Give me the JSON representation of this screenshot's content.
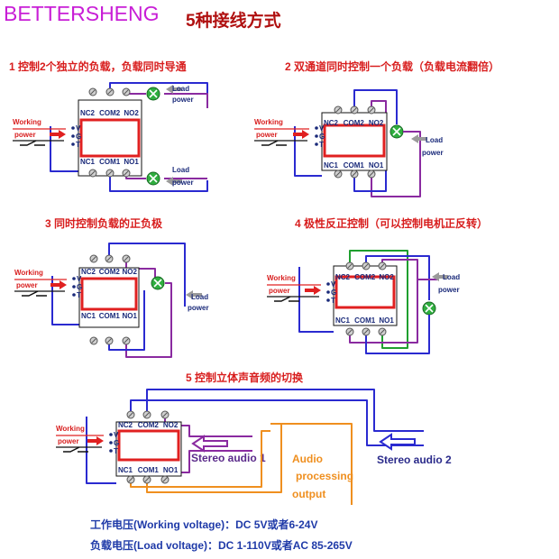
{
  "watermark": "BETTERSHENG",
  "main_title": "5种接线方式",
  "colors": {
    "relay_red": "#e02020",
    "wire_blue": "#2a2ad0",
    "wire_purple": "#8a2aa0",
    "wire_green": "#1f9f2f",
    "wire_orange": "#ef8f1f",
    "lamp_green": "#2fae3f",
    "title_red": "#d81e1e",
    "label_navy": "#1a2a7a",
    "spec_blue": "#1f3aa8"
  },
  "labels": {
    "nc2": "NC2",
    "com2": "COM2",
    "no2": "NO2",
    "nc1": "NC1",
    "com1": "COM1",
    "no1": "NO1",
    "v": "V",
    "g": "G",
    "t": "T",
    "working": "Working",
    "power": "power",
    "load": "Load",
    "load_power": "power"
  },
  "diagrams": [
    {
      "title": "1 控制2个独立的负载，负载同时导通"
    },
    {
      "title": "2 双通道同时控制一个负载（负载电流翻倍）"
    },
    {
      "title": "3 同时控制负载的正负极"
    },
    {
      "title": "4 极性反正控制（可以控制电机正反转）"
    },
    {
      "title": "5 控制立体声音频的切换",
      "stereo1": "Stereo audio 1",
      "stereo2": "Stereo audio 2",
      "audio_l1": "Audio",
      "audio_l2": "processing",
      "audio_l3": "output"
    }
  ],
  "specs": {
    "working": "工作电压(Working voltage)：DC 5V或者6-24V",
    "load": "负载电压(Load voltage)：DC 1-110V或者AC 85-265V"
  }
}
